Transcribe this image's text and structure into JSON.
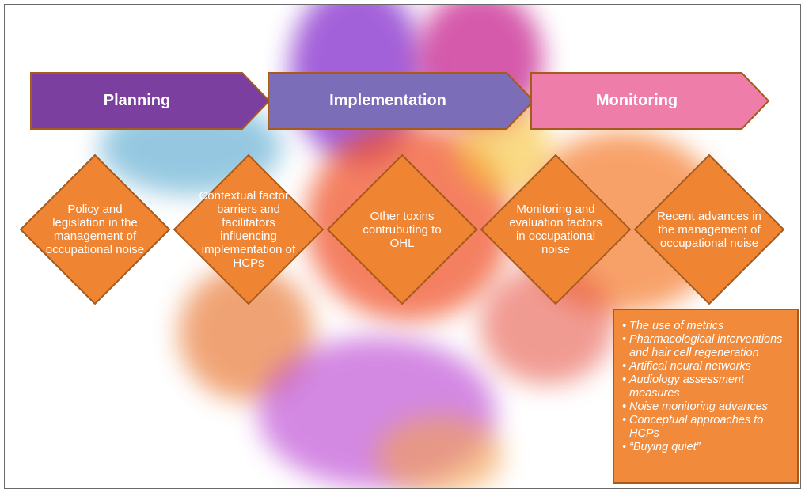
{
  "phases": [
    {
      "label": "Planning",
      "color": "#7b3fa0"
    },
    {
      "label": "Implementation",
      "color": "#7b6db8"
    },
    {
      "label": "Monitoring",
      "color": "#ef7da9"
    }
  ],
  "topics": [
    "Policy and legislation in the management of occupational noise",
    "Contextual factors, barriers and facilitators influencing implementation of HCPs",
    "Other toxins contrubuting to OHL",
    "Monitoring and evaluation factors in occupational noise",
    "Recent advances in the management of occupational noise"
  ],
  "topic_color": "#ef8433",
  "advances": [
    "The use of metrics",
    "Pharmacological interventions and hair cell regeneration",
    "Artifical neural networks",
    "Audiology assessment measures",
    "Noise monitoring advances",
    "Conceptual approaches to HCPs",
    "“Buying quiet”"
  ],
  "colors": {
    "arrow_border": "#a65a1c",
    "topic_border": "#a65a1c"
  }
}
